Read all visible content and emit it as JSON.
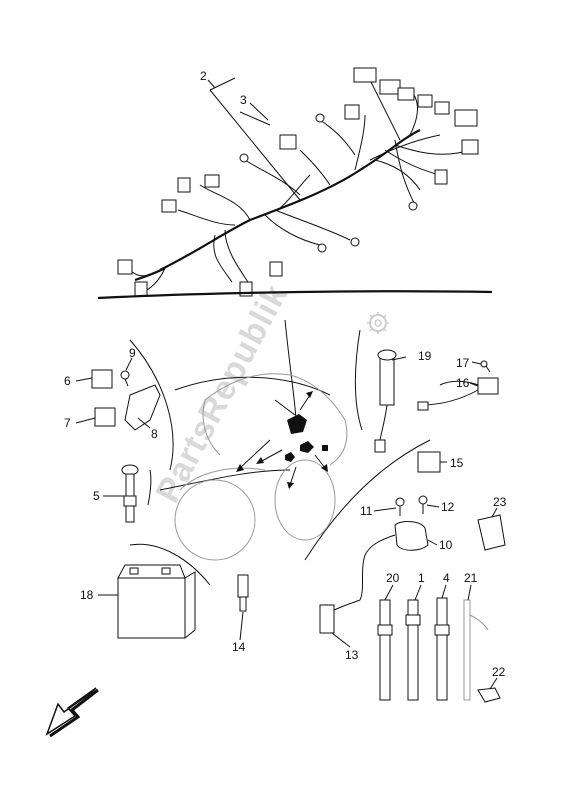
{
  "watermark": {
    "text": "PartsRepublik"
  },
  "callouts": [
    {
      "id": "c2",
      "text": "2"
    },
    {
      "id": "c3",
      "text": "3"
    },
    {
      "id": "c9",
      "text": "9"
    },
    {
      "id": "c6",
      "text": "6"
    },
    {
      "id": "c7",
      "text": "7"
    },
    {
      "id": "c8",
      "text": "8"
    },
    {
      "id": "c19",
      "text": "19"
    },
    {
      "id": "c17",
      "text": "17"
    },
    {
      "id": "c16",
      "text": "16"
    },
    {
      "id": "c15",
      "text": "15"
    },
    {
      "id": "c5",
      "text": "5"
    },
    {
      "id": "c11",
      "text": "11"
    },
    {
      "id": "c12",
      "text": "12"
    },
    {
      "id": "c23",
      "text": "23"
    },
    {
      "id": "c10",
      "text": "10"
    },
    {
      "id": "c18",
      "text": "18"
    },
    {
      "id": "c20",
      "text": "20"
    },
    {
      "id": "c1",
      "text": "1"
    },
    {
      "id": "c4",
      "text": "4"
    },
    {
      "id": "c21",
      "text": "21"
    },
    {
      "id": "c14",
      "text": "14"
    },
    {
      "id": "c13",
      "text": "13"
    },
    {
      "id": "c22",
      "text": "22"
    }
  ]
}
